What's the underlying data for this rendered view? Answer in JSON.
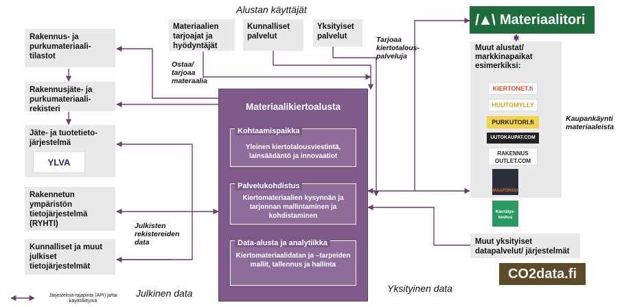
{
  "header": {
    "title": "Alustan käyttäjät"
  },
  "top_boxes": [
    {
      "label": "Materiaalien tarjoajat ja hyödyntäjät"
    },
    {
      "label": "Kunnalliset palvelut"
    },
    {
      "label": "Yksityiset palvelut"
    }
  ],
  "left_boxes": [
    {
      "label": "Rakennus- ja purkumateriaali-tilastot"
    },
    {
      "label": "Rakennusjäte- ja purkumateriaali-rekisteri"
    },
    {
      "label": "Jäte- ja tuotetieto-järjestelmä"
    },
    {
      "label": "Rakennetun ympäristön tietojärjestelmä (RYHTI)"
    },
    {
      "label": "Kunnalliset ja muut julkiset tietojärjestelmät"
    }
  ],
  "logos": {
    "ylva": "YLVA",
    "materiaalitori": "Materiaalitori",
    "co2data": "CO2data.fi",
    "kiertonet": "KIERTONET.fi",
    "huutomylly": "HUUTOMYLLY",
    "purkutori": "PURKUTORI.fi",
    "uutokaupat": "UUTOKAUPAT.COM",
    "rakennusoutlet": "RAKENNUS OUTLET.COM",
    "maaporssi": "MAAPÖRSSI",
    "kierratyskeskus": "Kierrätys-keskus"
  },
  "platform": {
    "title": "Materiaalikiertoalusta",
    "sections": [
      {
        "heading": "Kohtaamispaikka",
        "body": "Yleinen kiertotalousviestintä, lainsäädäntö ja innovaatiot"
      },
      {
        "heading": "Palvelukohdistus",
        "body": "Kiertomateriaalien kysynnän ja tarjonnan mallintaminen ja kohdistaminen"
      },
      {
        "heading": "Data-alusta ja analytiikka",
        "body": "Kiertomateriaalidatan ja –tarpeiden mallit, tallennus ja hallinta"
      }
    ]
  },
  "right": {
    "platforms_title": "Muut alustat/ markkinapaikat esimerkiksi:",
    "private_data_box": "Muut yksityiset datapalvelut/ järjestelmät"
  },
  "annotations": {
    "ostaa": "Ostaa/ tarjoaa materaalia",
    "tarjoaa": "Tarjoaa kiertotalous-palveluja",
    "julkisten": "Julkisten rekistereiden data",
    "kaupankaynti": "Kaupankäynti materiaaleista",
    "julkinen": "Julkinen data",
    "yksityinen": "Yksityinen data"
  },
  "legend": {
    "label": "Järjestelmä-rajapinta (API) ja/tai käyttöliittymä"
  },
  "colors": {
    "platform": "#7d5a8a",
    "arrow": "#6b3d73",
    "box": "#e9e9e9",
    "materiaalitori": "#1e6b3b"
  }
}
